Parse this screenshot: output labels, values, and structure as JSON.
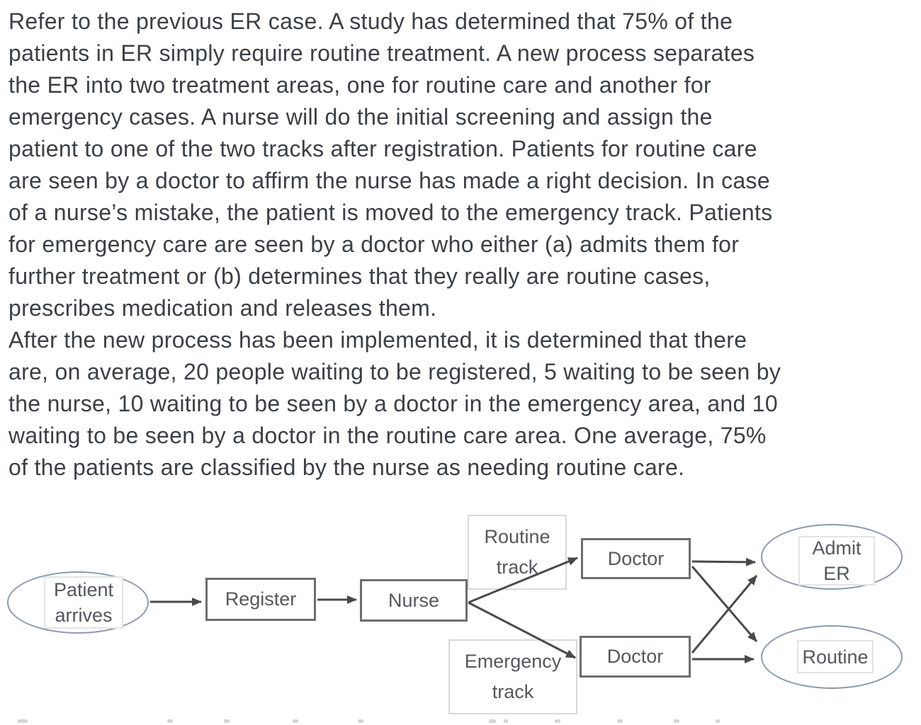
{
  "problem_text": {
    "lines": [
      "Refer to the previous ER case. A study has determined that 75% of the",
      "patients in ER simply require routine treatment. A new process separates",
      "the ER into two treatment areas, one for routine care and another for",
      "emergency cases. A nurse will do the initial screening and assign the",
      "patient to one of the two tracks after registration. Patients for routine care",
      "are seen by a doctor to affirm the nurse has made a right decision. In case",
      "of a nurse’s mistake, the patient is moved to the emergency track. Patients",
      "for emergency care are seen by a doctor who either (a) admits them for",
      "further treatment or (b) determines that they really are routine cases,",
      "prescribes medication and releases them.",
      "After the new process has been implemented, it is determined that there",
      "are, on average, 20 people waiting to be registered, 5 waiting to be seen by",
      "the nurse, 10 waiting to be seen by a doctor in the emergency area, and 10",
      "waiting to be seen by a doctor in the routine care area. One average, 75%",
      "of the patients are classified by the nurse as needing routine care."
    ]
  },
  "diagram": {
    "nodes": {
      "patient_arrives": {
        "shape": "ellipse",
        "lines": [
          "Patient",
          "arrives"
        ]
      },
      "register": {
        "shape": "process",
        "label": "Register"
      },
      "nurse": {
        "shape": "process",
        "label": "Nurse"
      },
      "routine_track": {
        "shape": "label-box",
        "lines": [
          "Routine",
          "track"
        ]
      },
      "doctor_routine": {
        "shape": "process",
        "label": "Doctor"
      },
      "emergency_track": {
        "shape": "label-box",
        "lines": [
          "Emergency",
          "track"
        ]
      },
      "doctor_emergency": {
        "shape": "process",
        "label": "Doctor"
      },
      "admit_er": {
        "shape": "ellipse",
        "lines": [
          "Admit",
          "ER"
        ]
      },
      "routine_exit": {
        "shape": "ellipse",
        "lines": [
          "Routine"
        ]
      }
    },
    "edges": [
      {
        "from": "patient_arrives",
        "to": "register"
      },
      {
        "from": "register",
        "to": "nurse"
      },
      {
        "from": "nurse",
        "to": "doctor_routine",
        "via": "routine_track"
      },
      {
        "from": "nurse",
        "to": "doctor_emergency",
        "via": "emergency_track"
      },
      {
        "from": "doctor_routine",
        "to": "admit_er"
      },
      {
        "from": "doctor_routine",
        "to": "routine_exit"
      },
      {
        "from": "doctor_emergency",
        "to": "admit_er"
      },
      {
        "from": "doctor_emergency",
        "to": "routine_exit"
      }
    ],
    "colors": {
      "body_text": "#3a4047",
      "node_text": "#54585d",
      "process_border": "#6e6e6e",
      "label_box_border": "#d9d9d9",
      "ellipse_border": "#8a99b0",
      "arrow": "#4a4a4a",
      "background": "#ffffff"
    }
  }
}
